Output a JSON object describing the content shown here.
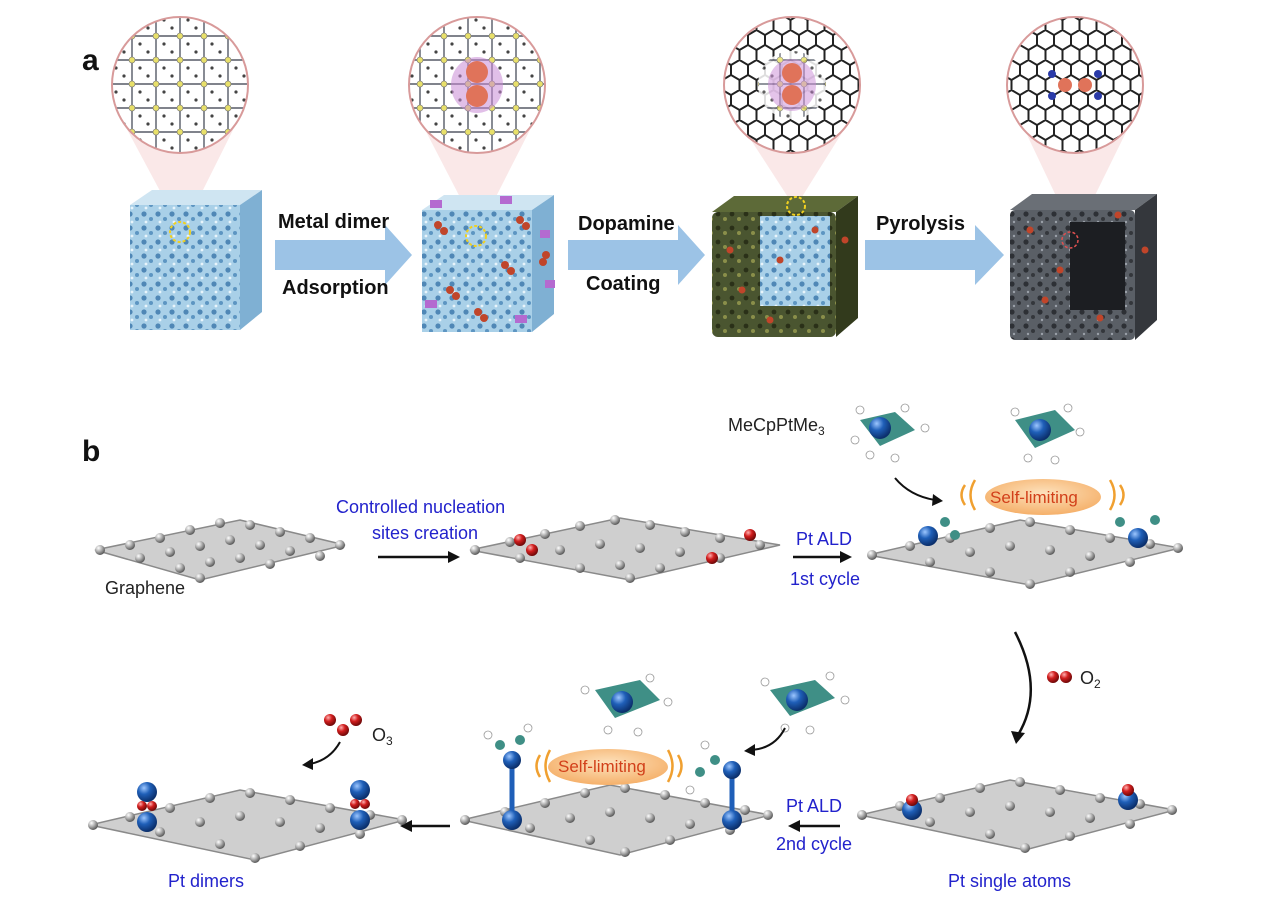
{
  "panel_a": {
    "label": "a",
    "steps": [
      {
        "line1": "Metal dimer",
        "line2": "Adsorption"
      },
      {
        "line1": "Dopamine",
        "line2": "Coating"
      },
      {
        "line1": "Pyrolysis",
        "line2": ""
      }
    ]
  },
  "panel_b": {
    "label": "b",
    "graphene": "Graphene",
    "nucleation_line1": "Controlled nucleation",
    "nucleation_line2": "sites creation",
    "ald1_line1": "Pt ALD",
    "ald1_line2": "1st cycle",
    "precursor_main": "MeCpPtMe",
    "precursor_sub": "3",
    "self_limiting_1": "Self-limiting",
    "o2_main": "O",
    "o2_sub": "2",
    "single_atoms": "Pt single atoms",
    "ald2_line1": "Pt ALD",
    "ald2_line2": "2nd cycle",
    "self_limiting_2": "Self-limiting",
    "o3_main": "O",
    "o3_sub": "3",
    "dimers": "Pt dimers"
  },
  "colors": {
    "cube_blue": "#8fc0de",
    "arrow_blue": "#9cc3e6",
    "cube_dark": "#4b4f55",
    "coating": "#3e4a2a",
    "pt_blue": "#1f5fb8",
    "oxygen_red": "#d21e1e",
    "carbon_gray": "#8a8a8a",
    "ligand_teal": "#3f8f86",
    "pill_orange": "#f5b06a",
    "label_blue": "#2222cc"
  }
}
